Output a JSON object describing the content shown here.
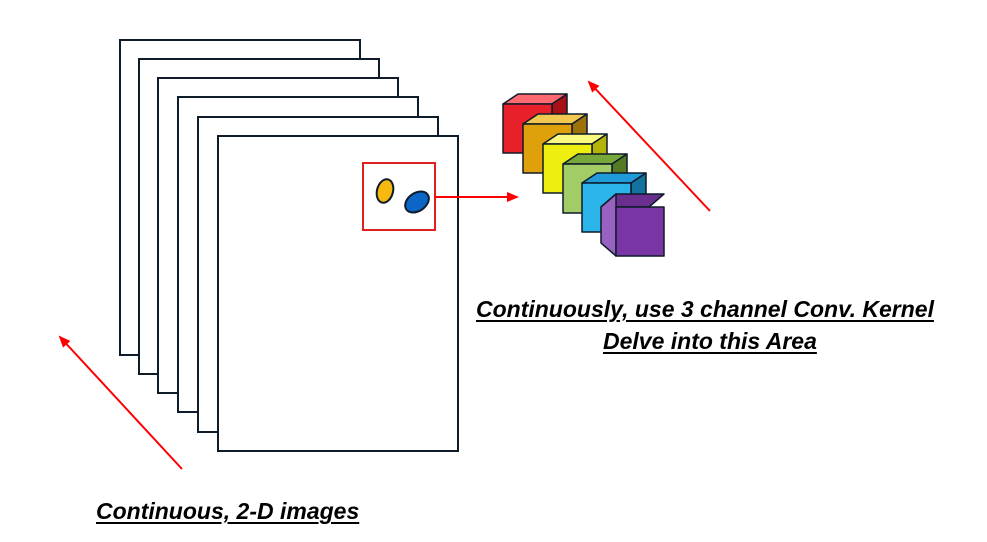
{
  "captions": {
    "kernel_line1": "Continuously, use 3 channel Conv. Kernel",
    "kernel_line2": "Delve into this Area",
    "images": "Continuous, 2-D images"
  },
  "image_stack": {
    "frame_count": 6,
    "frame_border_color": "#0d1b2a",
    "frame_fill": "#ffffff"
  },
  "region_of_interest": {
    "box_color": "#e02020",
    "blob_colors": [
      "#f5b90f",
      "#0b66c8"
    ]
  },
  "kernel_cubes": {
    "count": 6,
    "colors": [
      "#e8202a",
      "#dea10c",
      "#eeee10",
      "#8dbb4a",
      "#20a6dd",
      "#7a36a6"
    ]
  },
  "arrows": {
    "color": "#ff0000"
  }
}
